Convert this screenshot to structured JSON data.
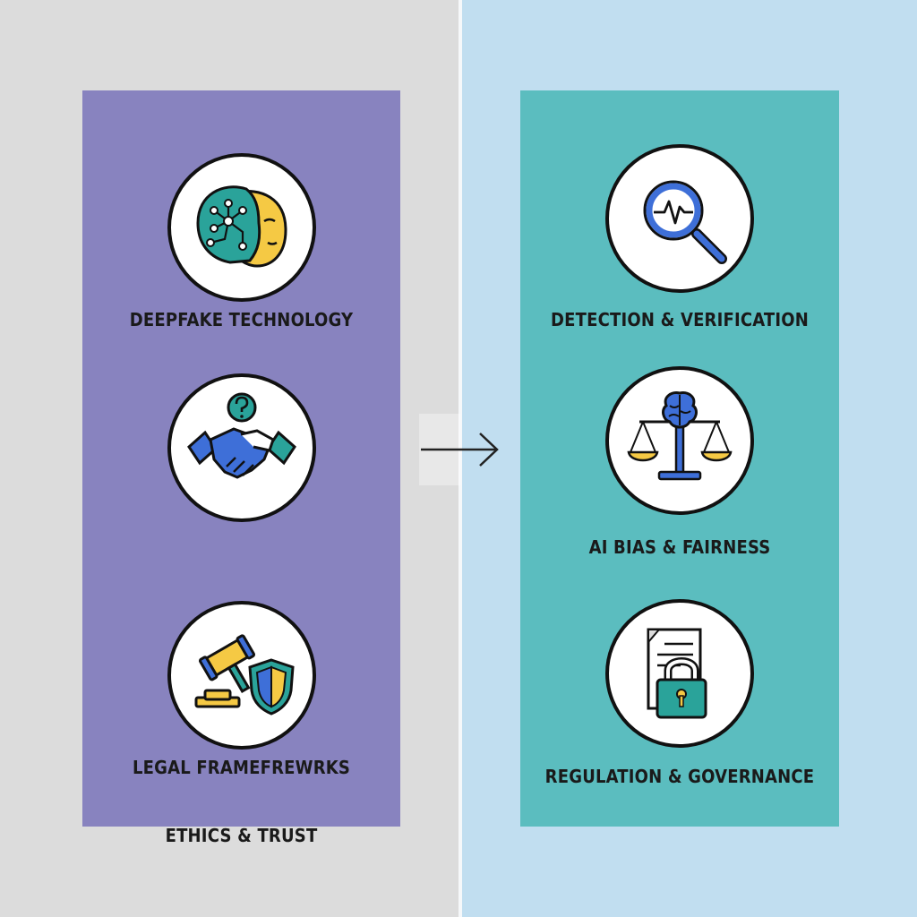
{
  "left_panel": {
    "items": [
      {
        "label": "DEEPFAKE TECHNOLOGY",
        "icon": "ai-face-icon"
      },
      {
        "label": "ETHICS & TRUST",
        "icon": "handshake-question-icon"
      },
      {
        "label": "LEGAL FRAMEFREWRKS",
        "icon": "gavel-shield-icon"
      }
    ]
  },
  "right_panel": {
    "items": [
      {
        "label": "DETECTION & VERIFICATION",
        "icon": "magnifier-signal-icon"
      },
      {
        "label": "AI BIAS & FAIRNESS",
        "icon": "scales-brain-icon"
      },
      {
        "label": "REGULATION & GOVERNANCE",
        "icon": "document-lock-icon"
      }
    ]
  },
  "colors": {
    "left_panel": "#8883bf",
    "right_panel": "#5bbdbf",
    "left_background": "#dcdcdc",
    "right_background": "#c1def0",
    "teal": "#2aa39a",
    "yellow": "#f5c944",
    "blue": "#3e6fd8",
    "outline": "#111111"
  }
}
